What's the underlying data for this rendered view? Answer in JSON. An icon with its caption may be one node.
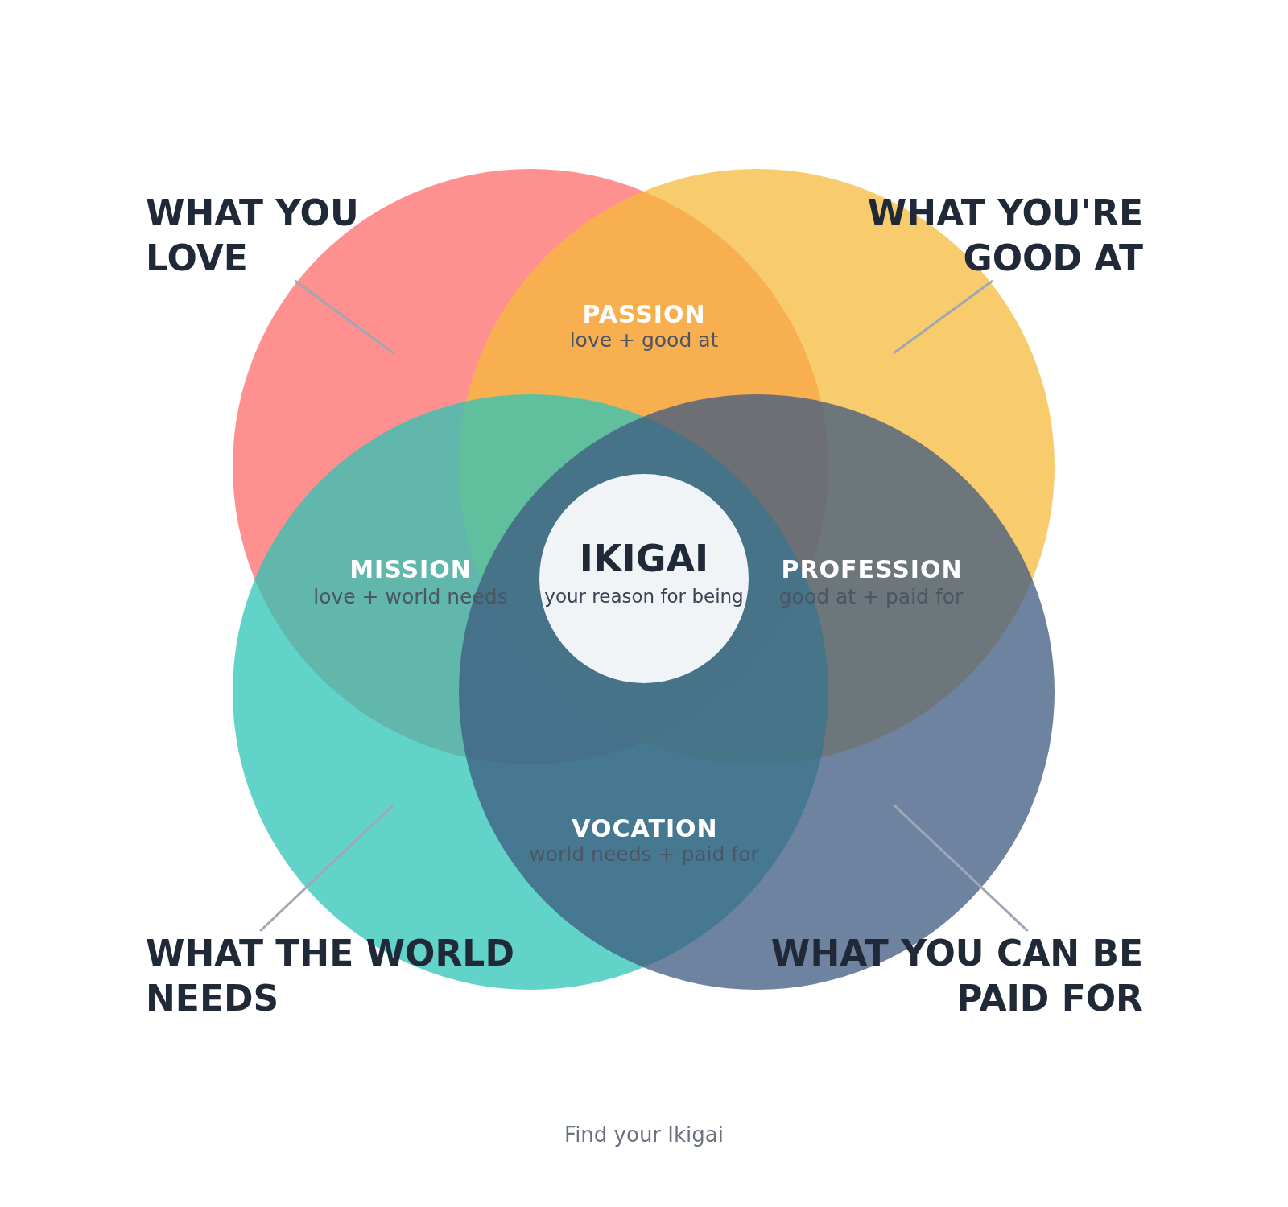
{
  "diagram": {
    "nodes": [
      {
        "text": [
          "WHAT YOU LOVE"
        ]
      },
      {
        "text": [
          "WHAT YOU'RE GOOD AT"
        ]
      },
      {
        "text": [],
        "shape": "circle"
      },
      {
        "text": [],
        "shape": "circle"
      },
      {
        "text": [],
        "shape": "circle"
      },
      {
        "text": [],
        "shape": "circle"
      },
      {
        "text": [
          "IKIGAI",
          "your reason for being"
        ]
      },
      {
        "text": [
          "WHAT THE WORLD NEEDS"
        ]
      },
      {
        "text": [
          "WHAT YOU CAN BE PAID FOR"
        ]
      }
    ],
    "edges": [
      {
        "from": 0,
        "to": 2,
        "arrow": "none"
      },
      {
        "from": 1,
        "to": 3,
        "arrow": "none"
      },
      {
        "from": 7,
        "to": 4,
        "arrow": "none"
      },
      {
        "from": 8,
        "to": 5,
        "arrow": "none"
      }
    ],
    "labels": [
      "PASSION",
      "love + good at",
      "MISSION",
      "love + world needs",
      "PROFESSION",
      "good at + paid for",
      "VOCATION",
      "world needs + paid for",
      "Find your Ikigai"
    ]
  }
}
